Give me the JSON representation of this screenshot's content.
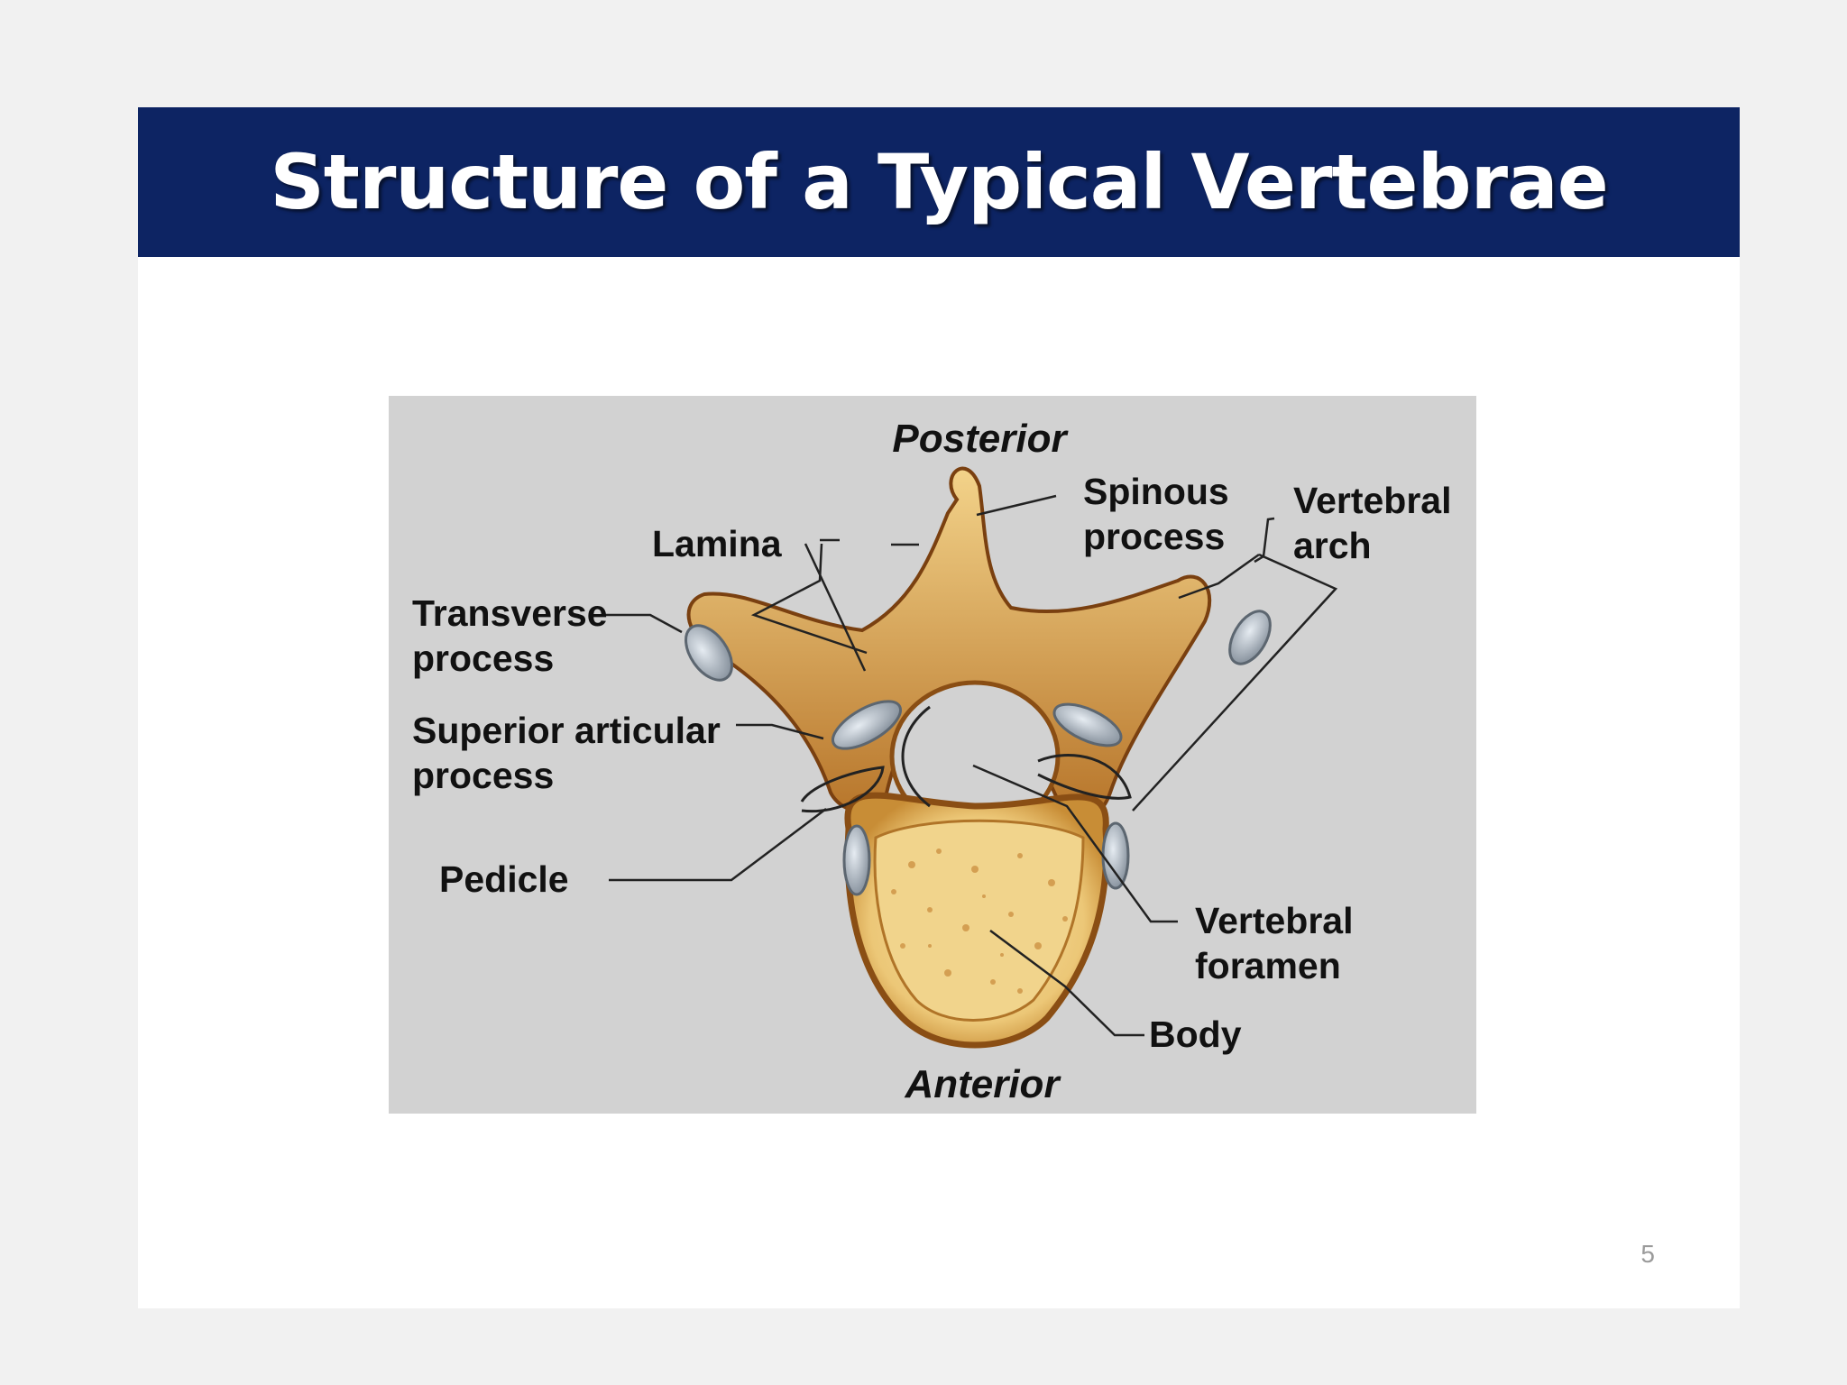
{
  "slide": {
    "title": "Structure of a Typical Vertebrae",
    "page_number": "5"
  },
  "diagram": {
    "orientation": {
      "top": "Posterior",
      "bottom": "Anterior"
    },
    "labels": {
      "spinous_process": [
        "Spinous",
        "process"
      ],
      "vertebral_arch": [
        "Vertebral",
        "arch"
      ],
      "lamina": "Lamina",
      "transverse_process": [
        "Transverse",
        "process"
      ],
      "superior_articular_process": [
        "Superior articular",
        "process"
      ],
      "pedicle": "Pedicle",
      "vertebral_foramen": [
        "Vertebral",
        "foramen"
      ],
      "body": "Body"
    },
    "colors": {
      "bone_light": "#ecc877",
      "bone_mid": "#d49b3a",
      "bone_dark": "#8a4e14",
      "cartilage": "#8e9aa6",
      "figure_bg": "#d2d2d2",
      "title_bar": "#0d2463"
    }
  }
}
